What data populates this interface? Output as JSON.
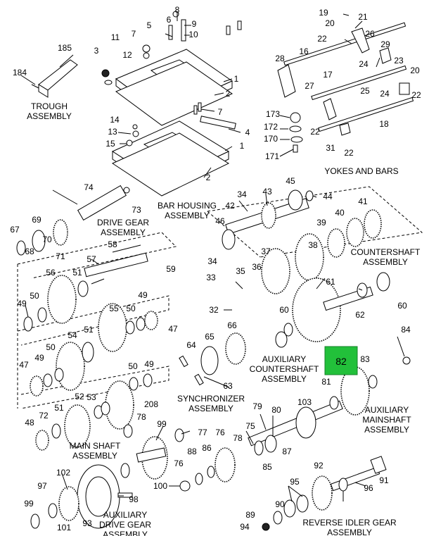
{
  "assemblies": {
    "trough": [
      "TROUGH",
      "ASSEMBLY"
    ],
    "yokes": [
      "YOKES AND BARS"
    ],
    "bar_housing": [
      "BAR HOUSING",
      "ASSEMBLY"
    ],
    "drive_gear": [
      "DRIVE GEAR",
      "ASSEMBLY"
    ],
    "countershaft": [
      "COUNTERSHAFT",
      "ASSEMBLY"
    ],
    "aux_countershaft": [
      "AUXILIARY",
      "COUNTERSHAFT",
      "ASSEMBLY"
    ],
    "synchronizer": [
      "SYNCHRONIZER",
      "ASSEMBLY"
    ],
    "aux_mainshaft": [
      "AUXILIARY",
      "MAINSHAFT",
      "ASSEMBLY"
    ],
    "main_shaft": [
      "MAIN SHAFT",
      "ASSEMBLY"
    ],
    "aux_drive_gear": [
      "AUXILIARY",
      "DRIVE GEAR",
      "ASSEMBLY"
    ],
    "reverse_idler": [
      "REVERSE IDLER GEAR",
      "ASSEMBLY"
    ]
  },
  "highlight": {
    "label": "82",
    "color": "#22c03a"
  },
  "callouts": [
    "8",
    "6",
    "9",
    "10",
    "5",
    "11",
    "7",
    "12",
    "3",
    "185",
    "184",
    "1",
    "2",
    "7",
    "1",
    "2",
    "4",
    "14",
    "13",
    "15",
    "19",
    "20",
    "21",
    "22",
    "26",
    "28",
    "16",
    "29",
    "23",
    "24",
    "17",
    "20",
    "27",
    "25",
    "24",
    "22",
    "173",
    "172",
    "170",
    "171",
    "22",
    "31",
    "22",
    "18",
    "74",
    "73",
    "42",
    "34",
    "43",
    "45",
    "44",
    "67",
    "69",
    "70",
    "71",
    "68",
    "46",
    "39",
    "40",
    "41",
    "58",
    "57",
    "59",
    "37",
    "38",
    "56",
    "51",
    "34",
    "35",
    "33",
    "36",
    "49",
    "50",
    "55",
    "50",
    "49",
    "47",
    "32",
    "61",
    "62",
    "60",
    "60",
    "54",
    "51",
    "50",
    "47",
    "49",
    "66",
    "64",
    "65",
    "63",
    "84",
    "83",
    "81",
    "52",
    "50",
    "49",
    "48",
    "72",
    "51",
    "53",
    "208",
    "78",
    "79",
    "80",
    "103",
    "99",
    "77",
    "75",
    "76",
    "78",
    "87",
    "88",
    "86",
    "76",
    "85",
    "100",
    "102",
    "98",
    "97",
    "99",
    "101",
    "93",
    "92",
    "95",
    "96",
    "91",
    "90",
    "89",
    "94"
  ]
}
